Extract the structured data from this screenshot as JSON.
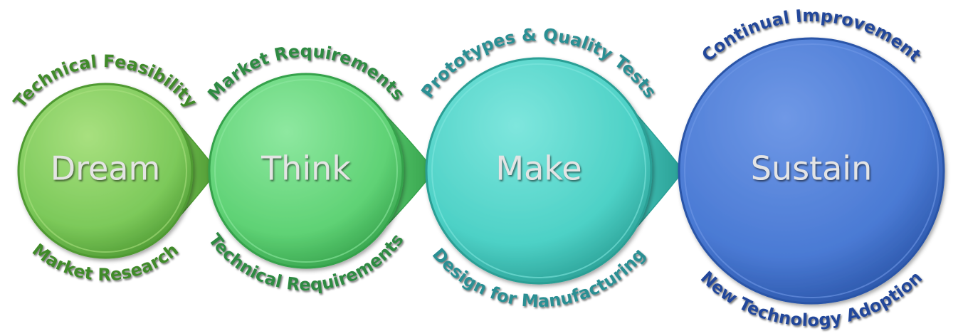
{
  "stages": [
    {
      "label": "Dream",
      "top_text": "Technical Feasibility",
      "bottom_text": "Market Research",
      "color": "#7cc95a",
      "color_light": "#a8e07f",
      "color_dark": "#4f9a33",
      "text_color": "#3f8a2a"
    },
    {
      "label": "Think",
      "top_text": "Market Requirements",
      "bottom_text": "Technical Requirements",
      "color": "#5fd275",
      "color_light": "#8ee8a0",
      "color_dark": "#36a24c",
      "text_color": "#2e8a42"
    },
    {
      "label": "Make",
      "top_text": "Prototypes & Quality Tests",
      "bottom_text": "Design for Manufacturing",
      "color": "#4dd1c6",
      "color_light": "#7ee6dd",
      "color_dark": "#2a9f95",
      "text_color": "#2a8f93"
    },
    {
      "label": "Sustain",
      "top_text": "Continual Improvement",
      "bottom_text": "New Technology Adoption",
      "color": "#4a7ad4",
      "color_light": "#6f98e6",
      "color_dark": "#2a55a8",
      "text_color": "#23479a"
    }
  ]
}
